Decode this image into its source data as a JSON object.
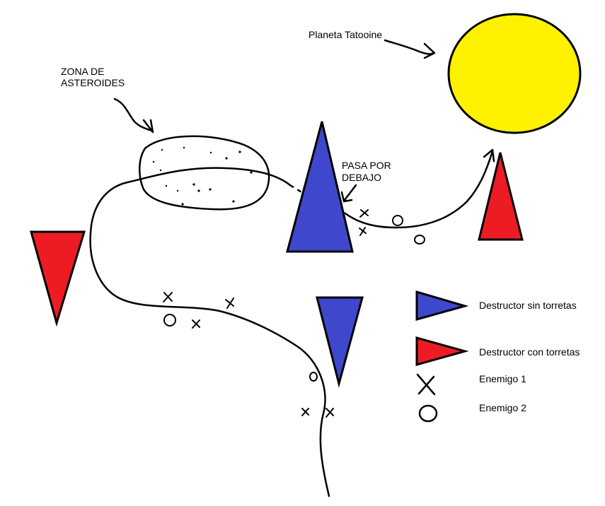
{
  "labels": {
    "planet": "Planeta Tatooine",
    "asteroids_line1": "ZONA DE",
    "asteroids_line2": "ASTEROIDES",
    "pass_under_line1": "PASA POR",
    "pass_under_line2": "DEBAJO"
  },
  "legend": {
    "items": [
      {
        "symbol": "blue-triangle",
        "label": "Destructor sin torretas"
      },
      {
        "symbol": "red-triangle",
        "label": "Destructor con torretas"
      },
      {
        "symbol": "x-mark",
        "label": "Enemigo 1"
      },
      {
        "symbol": "ring",
        "label": "Enemigo 2"
      }
    ]
  },
  "colors": {
    "planet": "#FFF200",
    "destroyer_blue": "#3F48CC",
    "destroyer_red": "#ED1C24",
    "line": "#000000",
    "background": "#FFFFFF"
  }
}
